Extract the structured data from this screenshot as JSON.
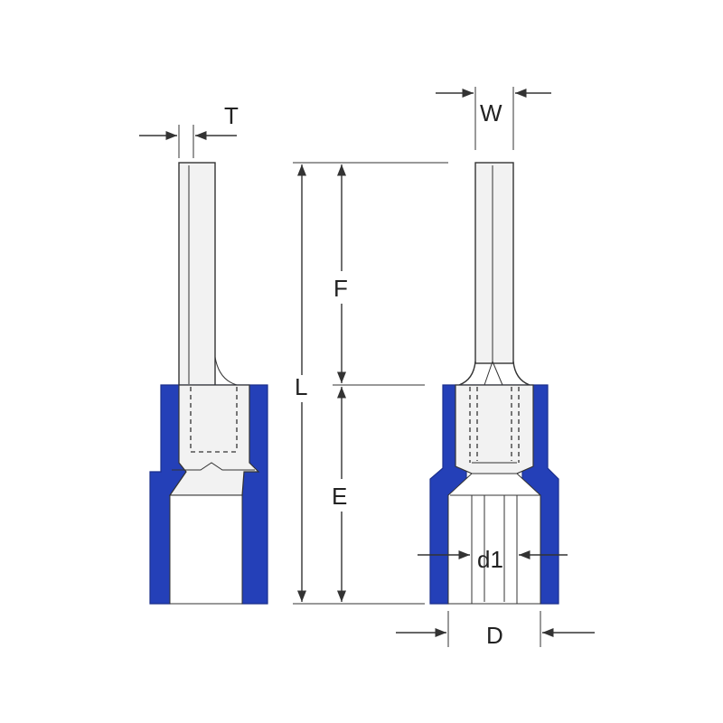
{
  "labels": {
    "T": "T",
    "W": "W",
    "F": "F",
    "L": "L",
    "E": "E",
    "d1": "d1",
    "D": "D"
  },
  "colors": {
    "insulation": "#2440b8",
    "metal": "#f2f2f2",
    "line": "#333333",
    "background": "#ffffff"
  }
}
